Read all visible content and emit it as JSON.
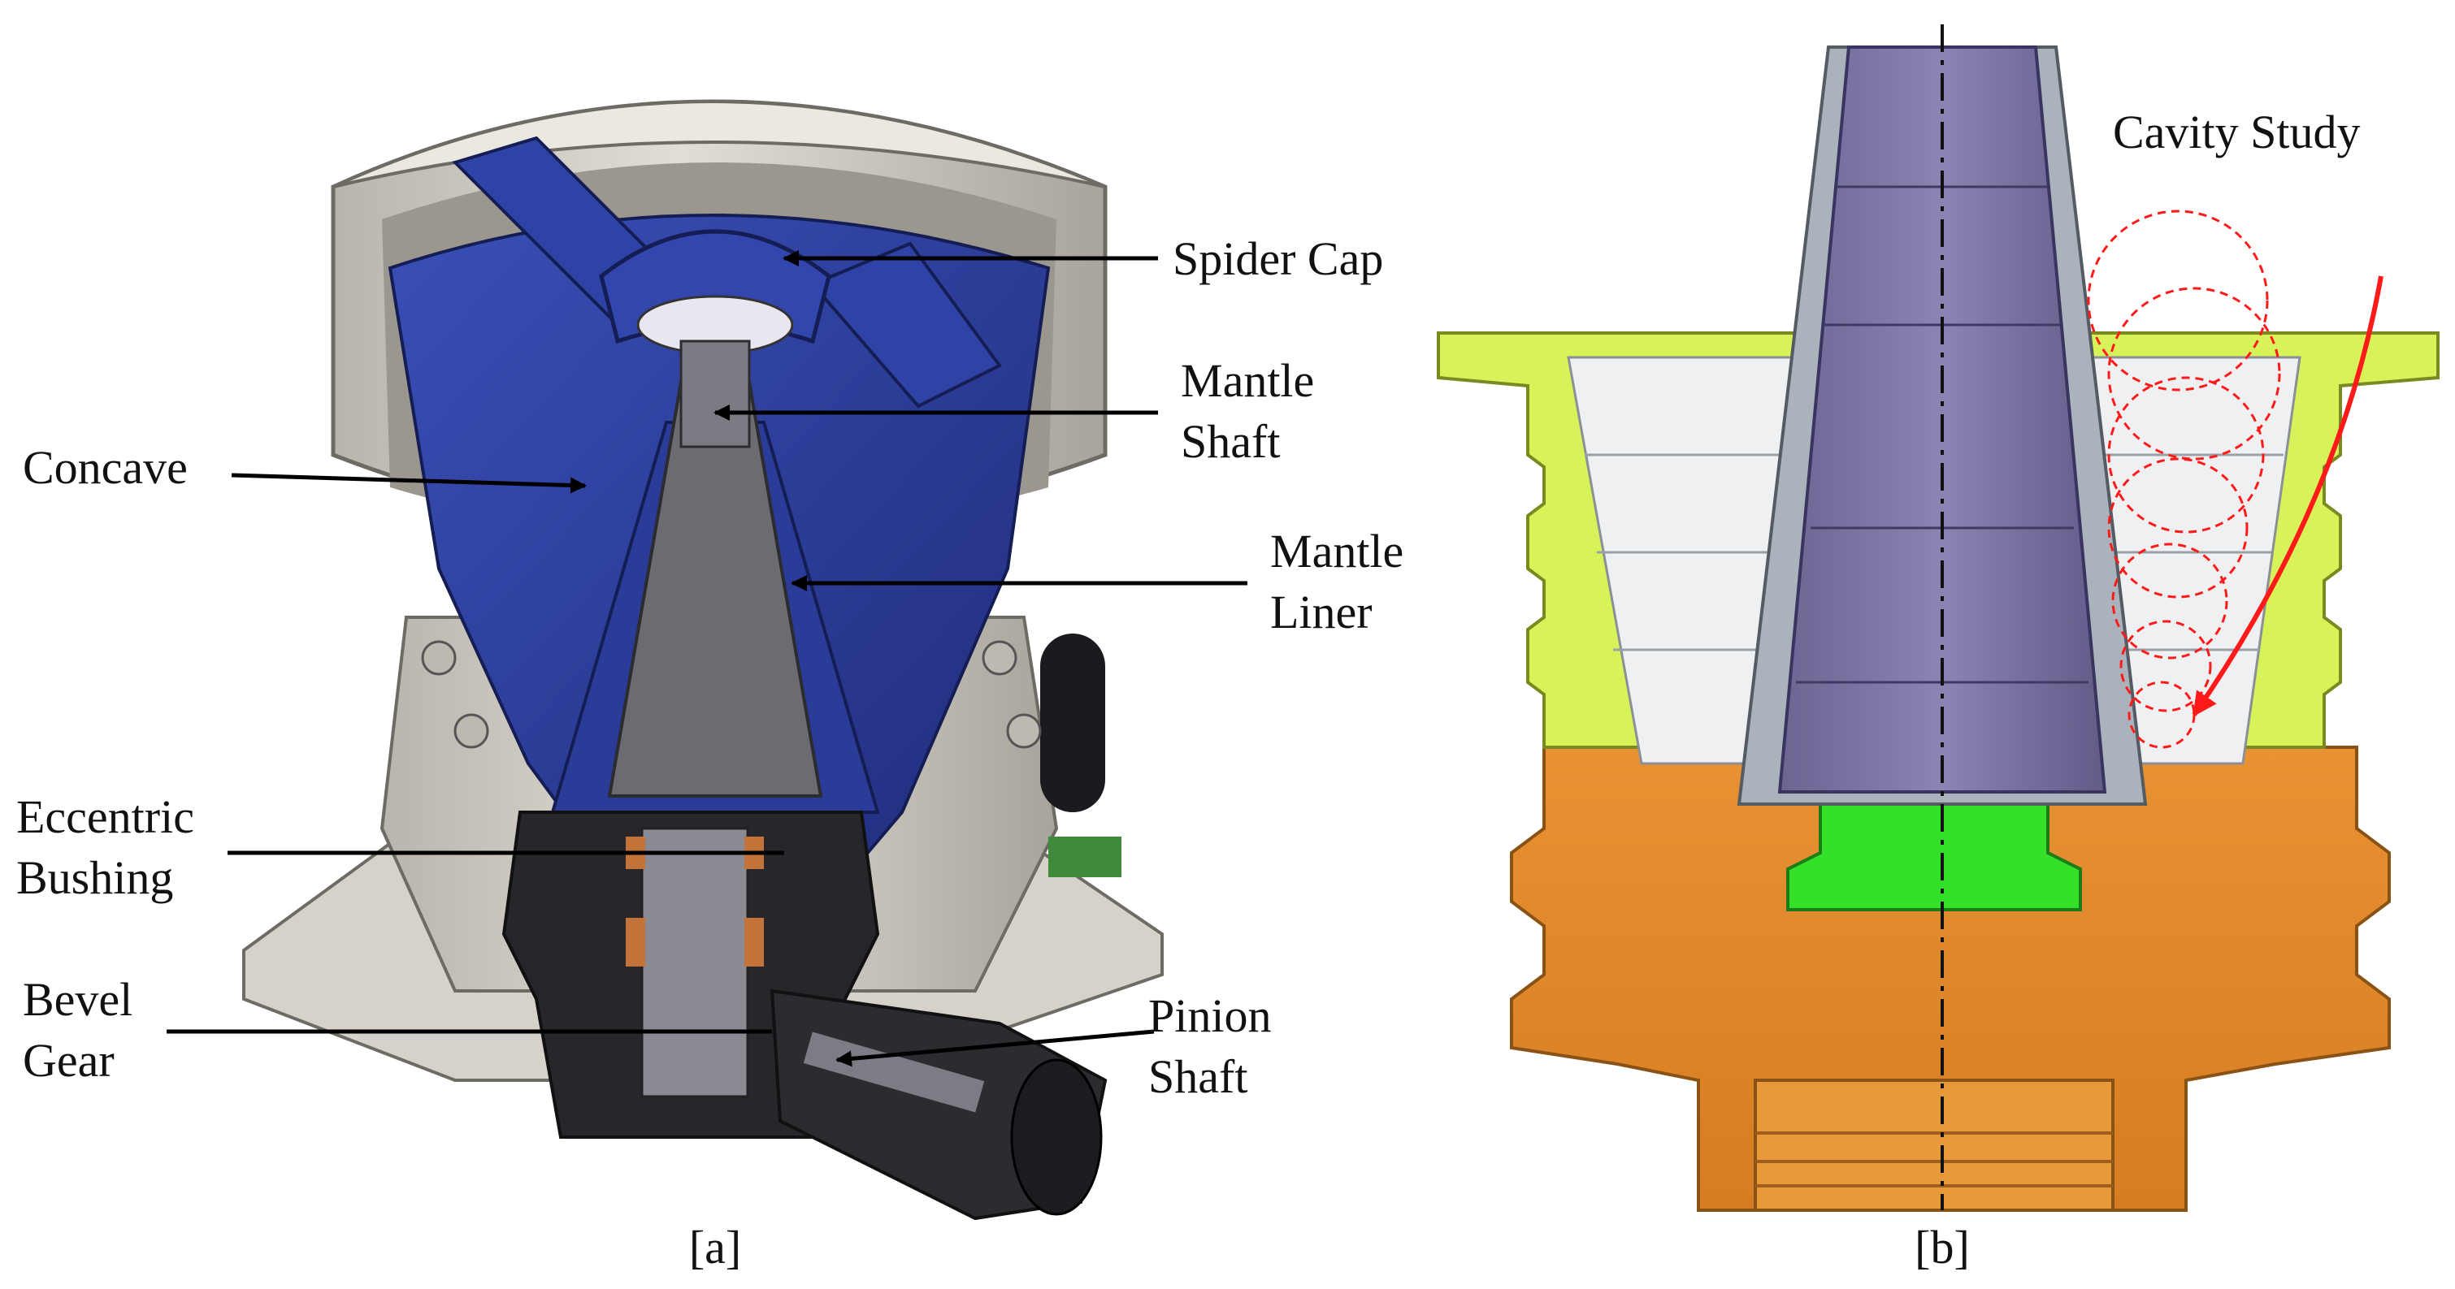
{
  "panel_a": {
    "caption": "[a]",
    "labels": {
      "spider_cap": "Spider Cap",
      "mantle_shaft_1": "Mantle",
      "mantle_shaft_2": "Shaft",
      "concave": "Concave",
      "mantle_liner_1": "Mantle",
      "mantle_liner_2": "Liner",
      "eccentric_bushing_1": "Eccentric",
      "eccentric_bushing_2": "Bushing",
      "bevel_gear_1": "Bevel",
      "bevel_gear_2": "Gear",
      "pinion_shaft_1": "Pinion",
      "pinion_shaft_2": "Shaft"
    }
  },
  "panel_b": {
    "caption": "[b]",
    "title": "Cavity Study"
  },
  "colors": {
    "mantle_blue": "#2c3f9a",
    "shell_grey": "#cfcac2",
    "dark_shaft": "#5f5f66",
    "bushing_black": "#222226",
    "copper": "#c2733a",
    "mantle_purple": "#7e77a6",
    "liner_grey": "#aab2bc",
    "concave_light": "#eef0f2",
    "frame_yellow": "#d8f25a",
    "bottom_orange": "#e48c2c",
    "seal_green": "#35e02a",
    "cavity_red": "#ff1a1a"
  }
}
